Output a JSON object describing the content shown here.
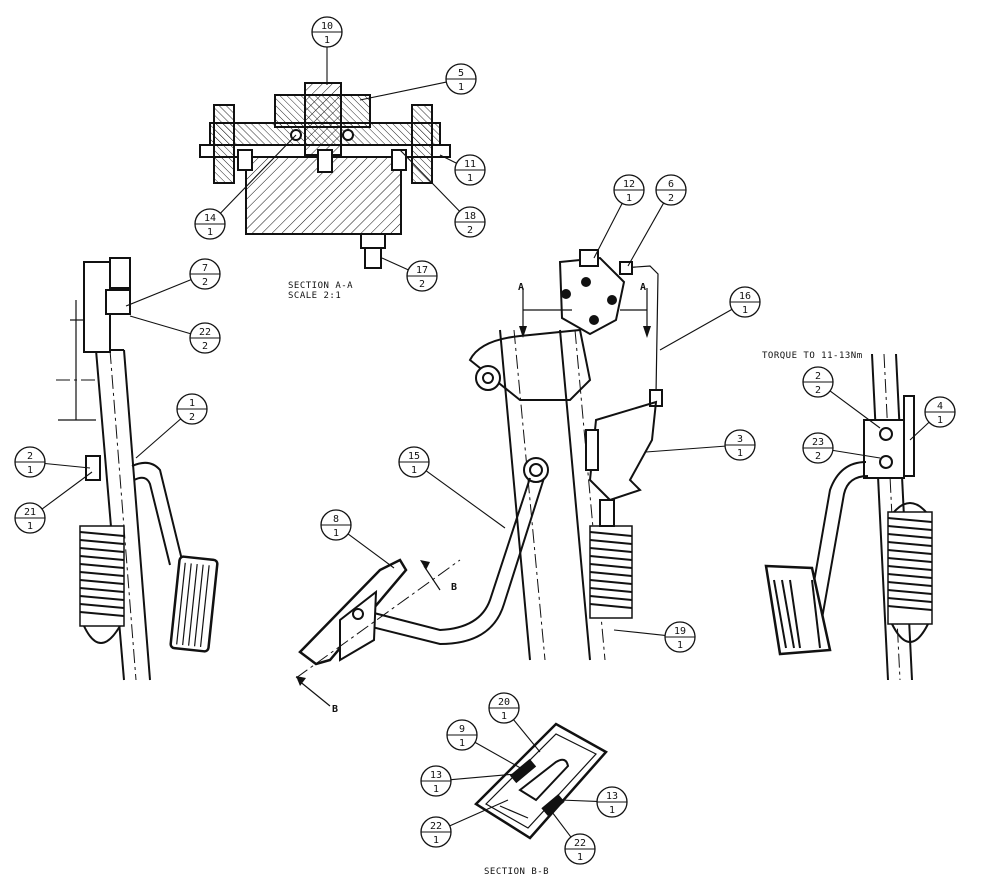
{
  "drawing": {
    "section_aa_title": "SECTION  A-A",
    "section_aa_scale": "SCALE  2:1",
    "section_bb_title": "SECTION  B-B",
    "torque_note": "TORQUE TO 11-13Nm",
    "cut_marks": {
      "a_left": "A",
      "a_right": "A",
      "b_top": "B",
      "b_bottom": "B"
    }
  },
  "balloons": [
    {
      "id": "b10",
      "item": "10",
      "qty": "1"
    },
    {
      "id": "b5",
      "item": "5",
      "qty": "1"
    },
    {
      "id": "b11",
      "item": "11",
      "qty": "1"
    },
    {
      "id": "b18",
      "item": "18",
      "qty": "2"
    },
    {
      "id": "b14",
      "item": "14",
      "qty": "1"
    },
    {
      "id": "b17",
      "item": "17",
      "qty": "2"
    },
    {
      "id": "b7",
      "item": "7",
      "qty": "2"
    },
    {
      "id": "b22a",
      "item": "22",
      "qty": "2"
    },
    {
      "id": "b1",
      "item": "1",
      "qty": "2"
    },
    {
      "id": "b2a",
      "item": "2",
      "qty": "1"
    },
    {
      "id": "b21",
      "item": "21",
      "qty": "1"
    },
    {
      "id": "b12",
      "item": "12",
      "qty": "1"
    },
    {
      "id": "b6",
      "item": "6",
      "qty": "2"
    },
    {
      "id": "b16",
      "item": "16",
      "qty": "1"
    },
    {
      "id": "b3",
      "item": "3",
      "qty": "1"
    },
    {
      "id": "b15",
      "item": "15",
      "qty": "1"
    },
    {
      "id": "b8",
      "item": "8",
      "qty": "1"
    },
    {
      "id": "b19",
      "item": "19",
      "qty": "1"
    },
    {
      "id": "b2b",
      "item": "2",
      "qty": "2"
    },
    {
      "id": "b23",
      "item": "23",
      "qty": "2"
    },
    {
      "id": "b4",
      "item": "4",
      "qty": "1"
    },
    {
      "id": "b20",
      "item": "20",
      "qty": "1"
    },
    {
      "id": "b9",
      "item": "9",
      "qty": "1"
    },
    {
      "id": "b13a",
      "item": "13",
      "qty": "1"
    },
    {
      "id": "b22b",
      "item": "22",
      "qty": "1"
    },
    {
      "id": "b13b",
      "item": "13",
      "qty": "1"
    },
    {
      "id": "b22c",
      "item": "22",
      "qty": "1"
    }
  ]
}
